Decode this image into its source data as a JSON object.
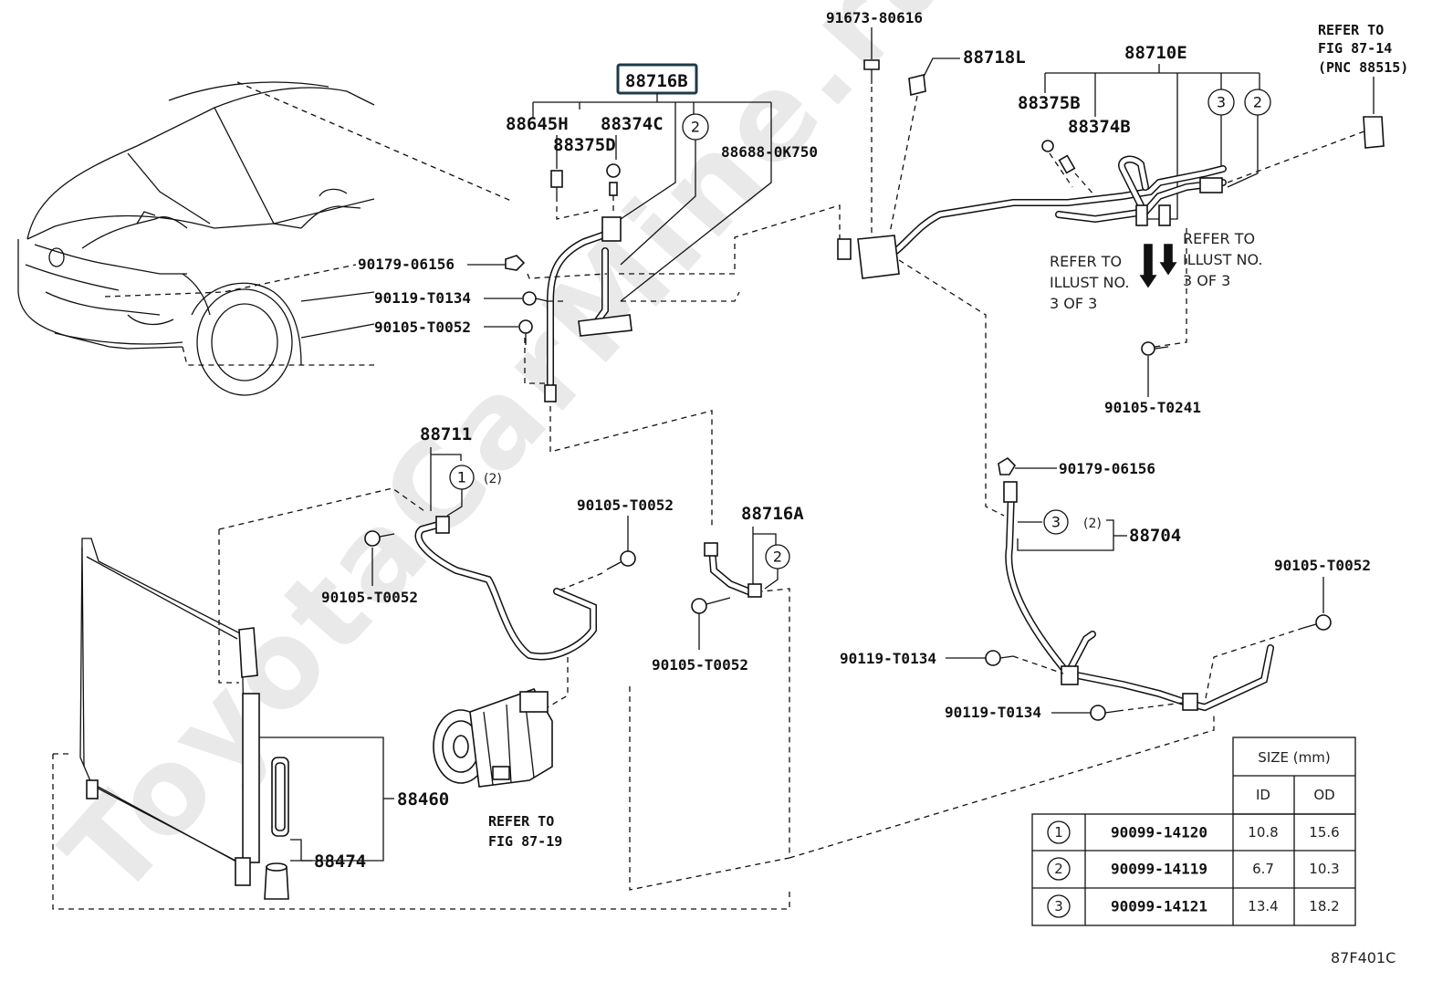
{
  "watermark": "ToyotaCarMine.ru",
  "figure_code": "87F401C",
  "highlighted_part": "88716B",
  "callouts": {
    "p91673": "91673-80616",
    "p88718L": "88718L",
    "p88710E": "88710E",
    "p88375B": "88375B",
    "p88374B": "88374B",
    "p88716B": "88716B",
    "p88645H": "88645H",
    "p88374C": "88374C",
    "p88375D": "88375D",
    "p88688": "88688-0K750",
    "p90179a": "90179-06156",
    "p90119a": "90119-T0134",
    "p90105a": "90105-T0052",
    "p90105b": "90105-T0241",
    "p88711": "88711",
    "p90105c": "90105-T0052",
    "p90105d": "90105-T0052",
    "p88716A": "88716A",
    "p90105e": "90105-T0052",
    "p90179b": "90179-06156",
    "p88704": "88704",
    "p90105f": "90105-T0052",
    "p90119b": "90119-T0134",
    "p90119c": "90119-T0134",
    "p88460": "88460",
    "p88474": "88474"
  },
  "qty_notes": {
    "q1": "(2)",
    "q3": "(2)"
  },
  "refers": {
    "fig8714_l1": "REFER TO",
    "fig8714_l2": "FIG 87-14",
    "fig8714_l3": "(PNC 88515)",
    "illust_a_l1": "REFER TO",
    "illust_a_l2": "ILLUST NO.",
    "illust_a_l3": "3 OF 3",
    "illust_b_l1": "REFER TO",
    "illust_b_l2": "ILLUST NO.",
    "illust_b_l3": "3 OF 3",
    "fig8719_l1": "REFER TO",
    "fig8719_l2": "FIG 87-19"
  },
  "circle_markers": {
    "c2_top": "2",
    "c3_top": "3",
    "c2_topright": "2",
    "c1_88711": "1",
    "c2_88716A": "2",
    "c3_88704": "3"
  },
  "size_table": {
    "header_size": "SIZE (mm)",
    "header_id": "ID",
    "header_od": "OD",
    "rows": [
      {
        "ref": "1",
        "part": "90099-14120",
        "id": "10.8",
        "od": "15.6"
      },
      {
        "ref": "2",
        "part": "90099-14119",
        "id": "6.7",
        "od": "10.3"
      },
      {
        "ref": "3",
        "part": "90099-14121",
        "id": "13.4",
        "od": "18.2"
      }
    ]
  }
}
